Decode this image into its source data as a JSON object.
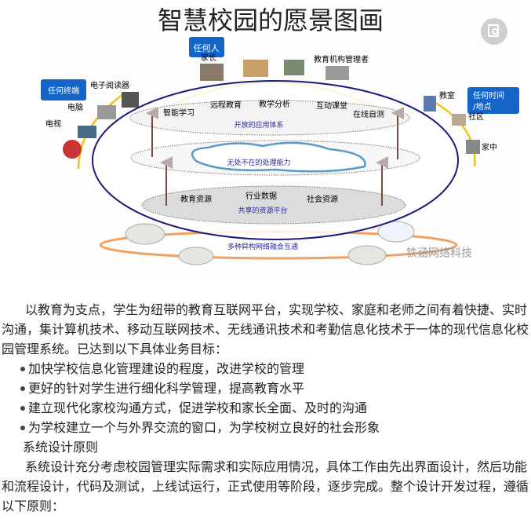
{
  "diagram": {
    "title": "智慧校园的愿景图画",
    "anyone": "任何人",
    "parent": "家长",
    "edu_admin": "教育机构管理者",
    "any_terminal": "任何终端",
    "ereader": "电子阅读器",
    "computer": "电脑",
    "tv": "电视",
    "any_time_place_1": "任何时间",
    "any_time_place_2": "/地点",
    "classroom": "教室",
    "community": "社区",
    "home": "家中",
    "apps": [
      "智能学习",
      "远程教育",
      "教学分析",
      "互动课堂",
      "在线自测"
    ],
    "app_layer": "开放的应用体系",
    "processing": "无处不在的处理能力",
    "resources": [
      "教育资源",
      "行业数据",
      "社会资源"
    ],
    "resource_layer": "共享的资源平台",
    "network": "多种异构网络融合互通",
    "watermark": "铁涵网络科技",
    "colors": {
      "box": "#1565c8",
      "ellipse": "#1a1a7a",
      "arc": "#f0c419",
      "network": "#f0a060",
      "label": "#2a2a9a"
    }
  },
  "article": {
    "intro": "以教育为支点，学生为纽带的教育互联网平台，实现学校、家庭和老师之间有着快捷、实时沟通，集计算机技术、移动互联网技术、无线通讯技术和考勤信息化技术于一体的现代信息化校园管理系统。已达到以下具体业务目标：",
    "goals": [
      "加快学校信息化管理建设的程度，改进学校的管理",
      "更好的针对学生进行细化科学管理，提高教育水平",
      "建立现代化家校沟通方式，促进学校和家长全面、及时的沟通",
      "为学校建立一个与外界交流的窗口，为学校树立良好的社会形象"
    ],
    "principles_heading": "系统设计原则",
    "principles_text": "系统设计充分考虑校园管理实际需求和实际应用情况，具体工作由先出界面设计，然后功能和流程设计，代码及测试，上线试运行，正式使用等阶段，逐步完成。整个设计开发过程，遵循以下原则："
  }
}
